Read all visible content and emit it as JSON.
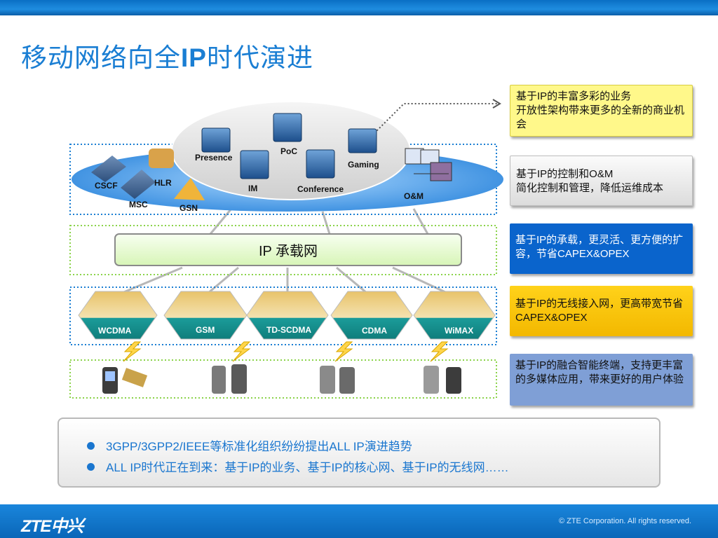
{
  "title": {
    "prefix": "移动网络向全",
    "bold": "IP",
    "suffix": "时代演进"
  },
  "core": {
    "services": [
      "Presence",
      "PoC",
      "Gaming",
      "IM",
      "Conference"
    ],
    "network_elements": [
      "CSCF",
      "HLR",
      "MSC",
      "GSN",
      "O&M"
    ]
  },
  "bearer": {
    "label": "IP 承载网"
  },
  "access": [
    "WCDMA",
    "GSM",
    "TD-SCDMA",
    "CDMA",
    "WiMAX"
  ],
  "notes": [
    "基于IP的丰富多彩的业务\n开放性架构带来更多的全新的商业机会",
    "基于IP的控制和O&M\n简化控制和管理，降低运维成本",
    "基于IP的承载，更灵活、更方便的扩容，节省CAPEX&OPEX",
    "基于IP的无线接入网，更高带宽节省CAPEX&OPEX",
    "基于IP的融合智能终端，支持更丰富的多媒体应用，带来更好的用户体验"
  ],
  "bullets": [
    "3GPP/3GPP2/IEEE等标准化组织纷纷提出ALL IP演进趋势",
    "ALL IP时代正在到来：基于IP的业务、基于IP的核心网、基于IP的无线网……"
  ],
  "footer": {
    "logo": "ZTE中兴",
    "copyright": "© ZTE Corporation. All rights reserved."
  },
  "colors": {
    "accent": "#1a7ed3",
    "layer_border": "#1a7ed3",
    "access_border": "#8bd34a"
  }
}
